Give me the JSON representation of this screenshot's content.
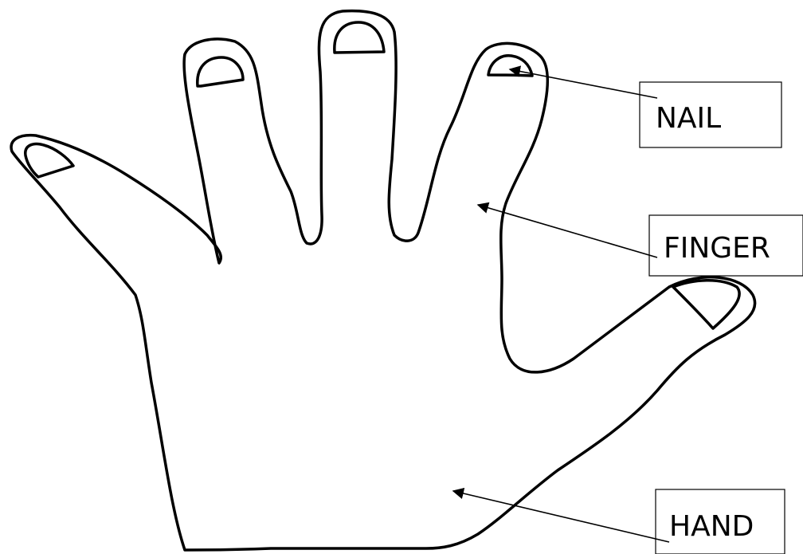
{
  "labels": {
    "nail": "NAIL",
    "finger": "FINGER",
    "hand": "HAND"
  },
  "colors": {
    "outline": "#000000",
    "background": "#ffffff"
  }
}
